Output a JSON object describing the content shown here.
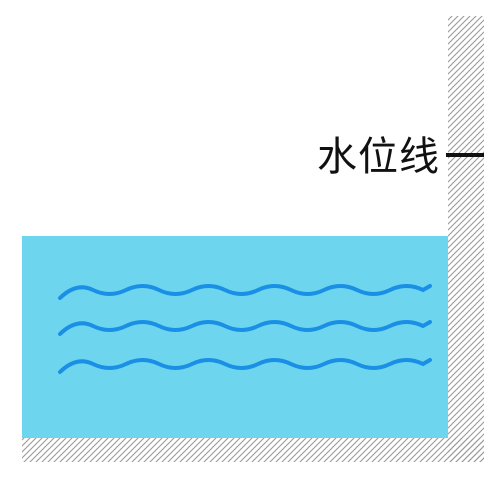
{
  "water_level_label": "水位线",
  "colors": {
    "water": "#6dd5ee",
    "wave": "#1a8fe6",
    "hatch": "#9a9a9a",
    "marker": "#111111",
    "text": "#111111"
  },
  "elements": {
    "container_wall": "hatched-wall",
    "container_floor": "hatched-floor",
    "water_body": "water-rectangle",
    "waves": [
      "wave-line-1",
      "wave-line-2",
      "wave-line-3"
    ],
    "level_marker": "tick-mark"
  }
}
